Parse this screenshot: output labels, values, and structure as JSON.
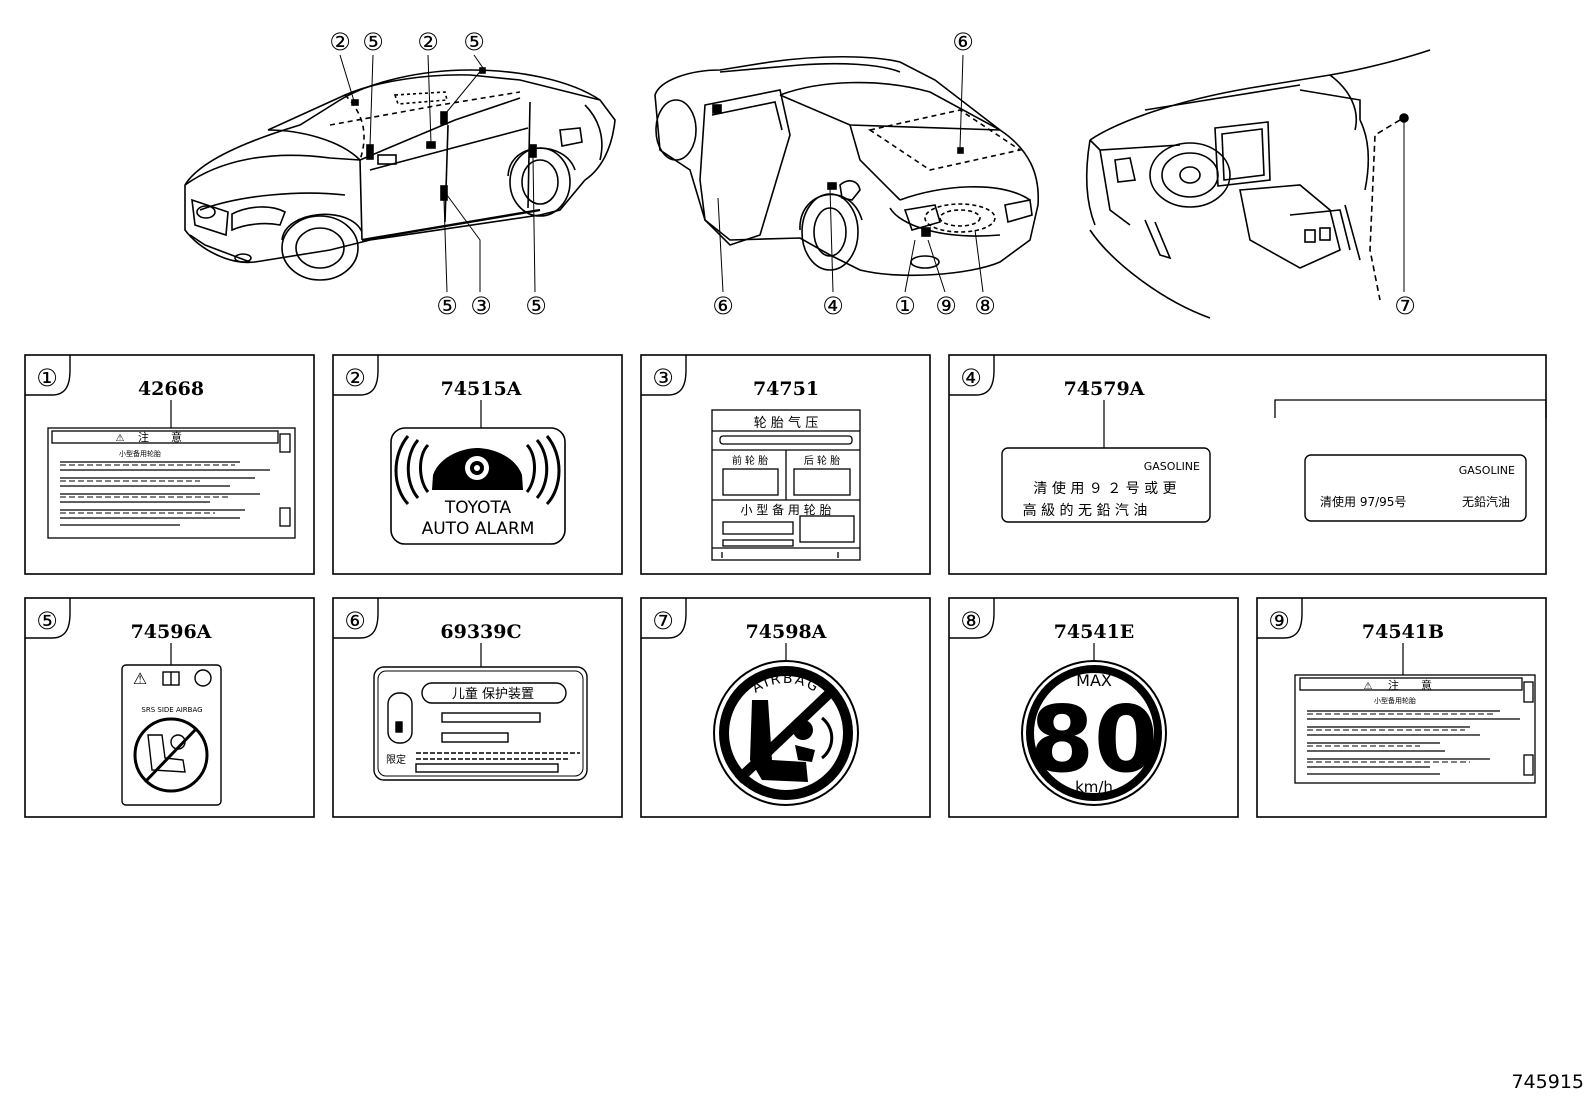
{
  "callouts": {
    "car1_top": [
      "②",
      "⑤",
      "②",
      "⑤"
    ],
    "car1_bottom": [
      "⑤",
      "③",
      "⑤"
    ],
    "car2_top": "⑥",
    "car2_bottom": [
      "⑥",
      "④",
      "①",
      "⑨",
      "⑧"
    ],
    "car3_bottom": "⑦"
  },
  "panels": [
    {
      "num": "①",
      "code": "42668"
    },
    {
      "num": "②",
      "code": "74515A"
    },
    {
      "num": "③",
      "code": "74751"
    },
    {
      "num": "④",
      "code": "74579A"
    },
    {
      "num": "⑤",
      "code": "74596A"
    },
    {
      "num": "⑥",
      "code": "69339C"
    },
    {
      "num": "⑦",
      "code": "74598A"
    },
    {
      "num": "⑧",
      "code": "74541E"
    },
    {
      "num": "⑨",
      "code": "74541B"
    }
  ],
  "labels": {
    "caution_title": "注　　意",
    "caution_sub": "小型备用轮胎",
    "alarm_line1": "TOYOTA",
    "alarm_line2": "AUTO ALARM",
    "tire_title": "轮 胎 气 压",
    "tire_front": "前 轮 胎",
    "tire_rear": "后 轮 胎",
    "tire_spare": "小 型 备 用 轮 胎",
    "gas_a_brand": "GASOLINE",
    "gas_a_line1": "清 使 用 ９ ２ 号 或 更",
    "gas_a_line2": "高 級 的 无 鉛 汽 油",
    "gas_b_brand": "GASOLINE",
    "gas_b_line1a": "清使用 97/95号",
    "gas_b_line1b": "无鉛汽油",
    "srs_text": "SRS SIDE AIRBAG",
    "child_title": "儿童 保护装置",
    "child_label": "限定",
    "airbag_ring": "AIRBAG",
    "speed_max": "MAX",
    "speed_value": "80",
    "speed_unit": "km/h"
  },
  "figure_number": "745915"
}
